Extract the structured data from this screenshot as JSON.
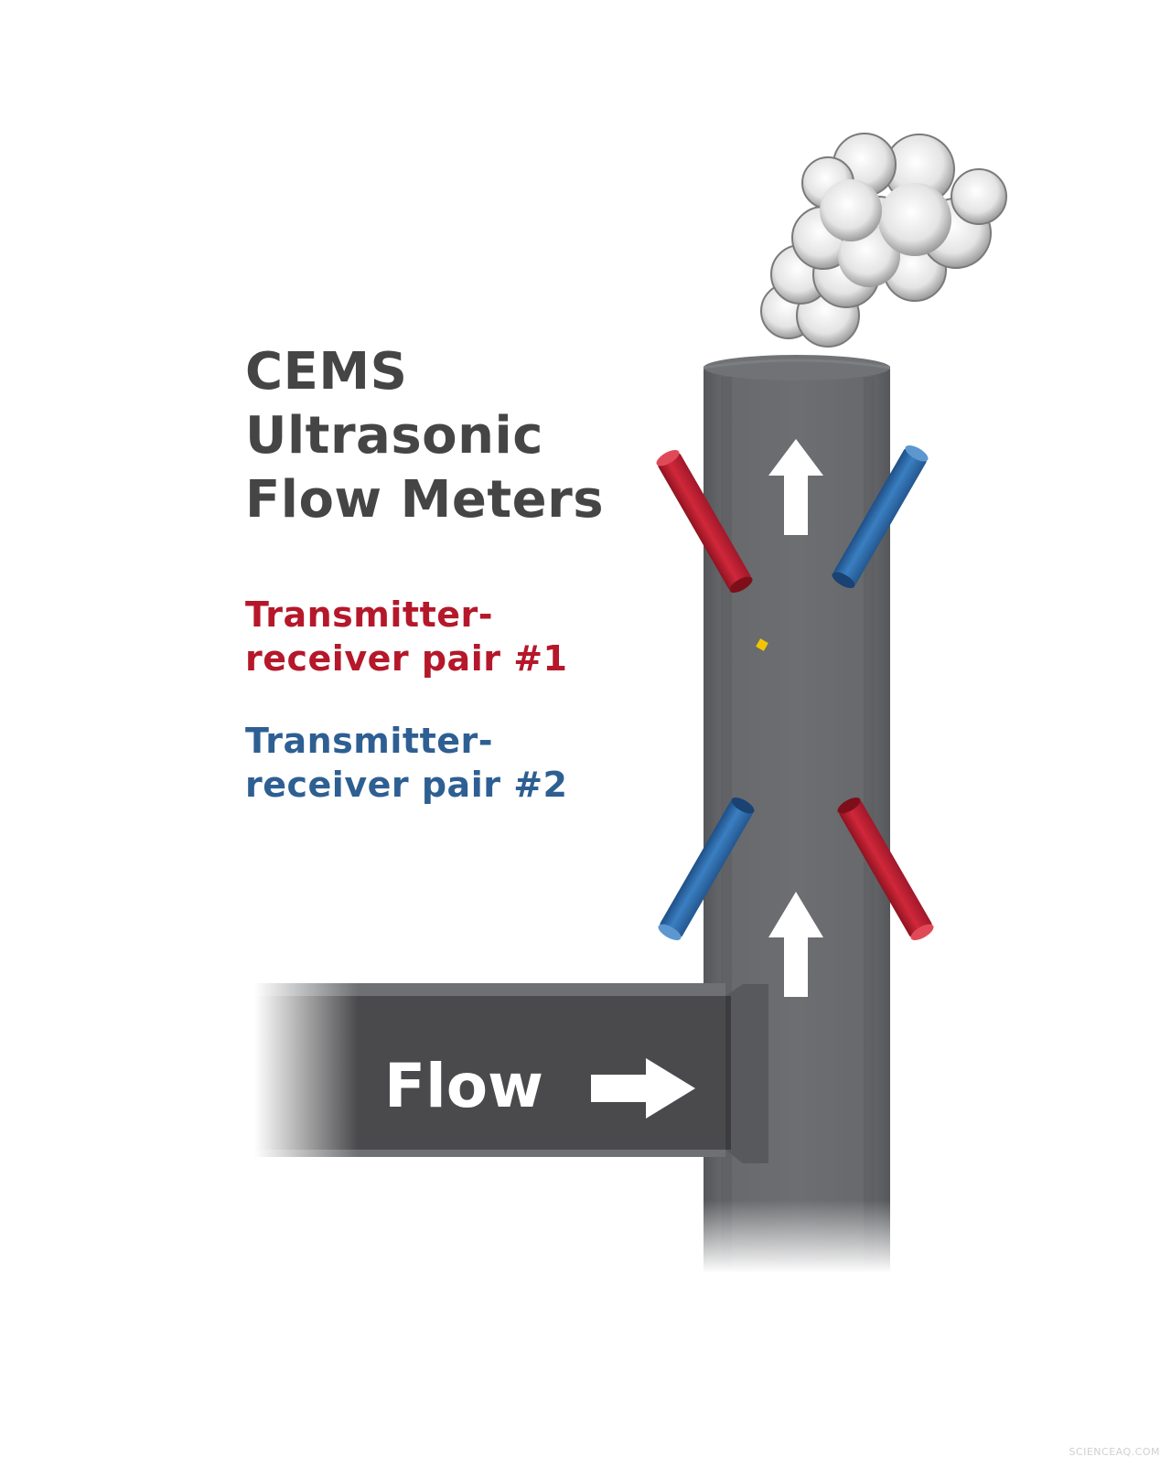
{
  "title": {
    "lines": [
      "CEMS",
      "Ultrasonic",
      "Flow Meters"
    ]
  },
  "legend": {
    "pair1": {
      "lines": [
        "Transmitter-",
        "receiver pair #1"
      ],
      "color": "#b5182a"
    },
    "pair2": {
      "lines": [
        "Transmitter-",
        "receiver pair #2"
      ],
      "color": "#2e5f92"
    }
  },
  "flow": {
    "label": "Flow"
  },
  "colors": {
    "title_text": "#454545",
    "stack": "#616366",
    "duct": "#4a4a4c",
    "arrow": "#ffffff",
    "probe_red": "#c41e2e",
    "probe_blue": "#2d6faf",
    "smoke": "#d4d4d4",
    "sensor": "#f2c500"
  },
  "icons": {
    "up_arrows": "arrow-up-icon",
    "flow_arrow": "arrow-right-icon",
    "smoke": "smoke-cloud-icon"
  },
  "watermark": "SCIENCEAQ.COM"
}
